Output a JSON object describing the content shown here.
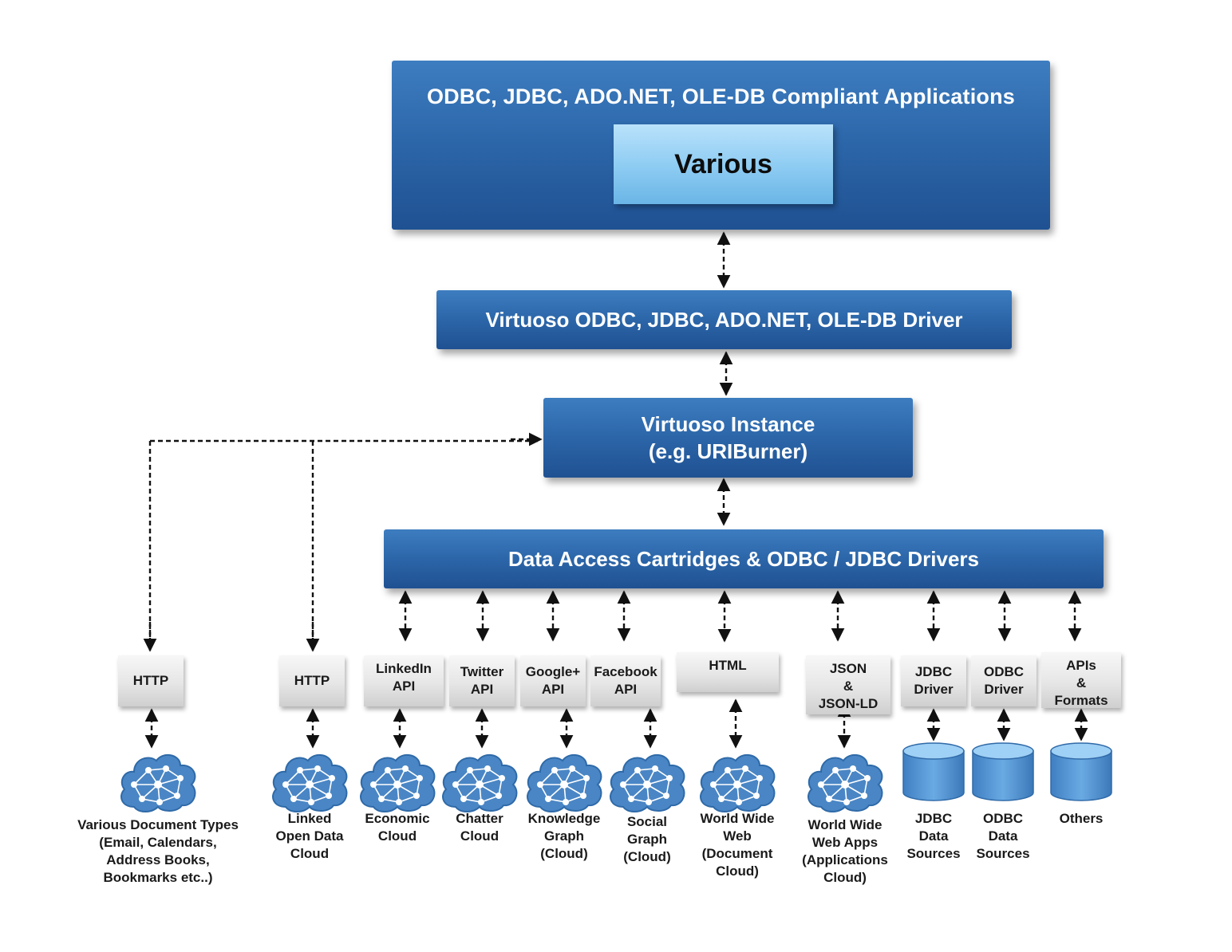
{
  "top": {
    "apps_title": "ODBC, JDBC, ADO.NET, OLE-DB Compliant Applications",
    "various": "Various"
  },
  "driver": "Virtuoso ODBC, JDBC, ADO.NET, OLE-DB Driver",
  "instance": {
    "line1": "Virtuoso Instance",
    "line2": "(e.g. URIBurner)"
  },
  "cartridges": "Data Access Cartridges & ODBC / JDBC Drivers",
  "colors": {
    "box_blue": "#2d68ab",
    "light_blue": "#8ccbf2",
    "icon_blue": "#4a86c5",
    "arrow": "#111111"
  },
  "columns": [
    {
      "box": "HTTP",
      "source": "Various Document Types\n(Email, Calendars,\nAddress Books,\nBookmarks etc..)",
      "icon": "cloud-network-icon"
    },
    {
      "box": "HTTP",
      "source": "Linked\nOpen Data\nCloud",
      "icon": "cloud-network-icon"
    },
    {
      "box": "LinkedIn\nAPI",
      "source": "Economic\nCloud",
      "icon": "cloud-network-icon"
    },
    {
      "box": "Twitter\nAPI",
      "source": "Chatter\nCloud",
      "icon": "cloud-network-icon"
    },
    {
      "box": "Google+\nAPI",
      "source": "Knowledge\nGraph\n(Cloud)",
      "icon": "cloud-network-icon"
    },
    {
      "box": "Facebook\nAPI",
      "source": "Social\nGraph\n(Cloud)",
      "icon": "cloud-network-icon"
    },
    {
      "box": "HTML",
      "source": "World Wide\nWeb\n(Document\nCloud)",
      "icon": "cloud-network-icon"
    },
    {
      "box": "JSON\n&\nJSON-LD",
      "source": "World Wide\nWeb Apps\n(Applications\nCloud)",
      "icon": "cloud-network-icon"
    },
    {
      "box": "JDBC\nDriver",
      "source": "JDBC\nData\nSources",
      "icon": "database-icon"
    },
    {
      "box": "ODBC\nDriver",
      "source": "ODBC\nData\nSources",
      "icon": "database-icon"
    },
    {
      "box": "APIs\n&\nFormats",
      "source": "Others",
      "icon": "database-icon"
    }
  ]
}
